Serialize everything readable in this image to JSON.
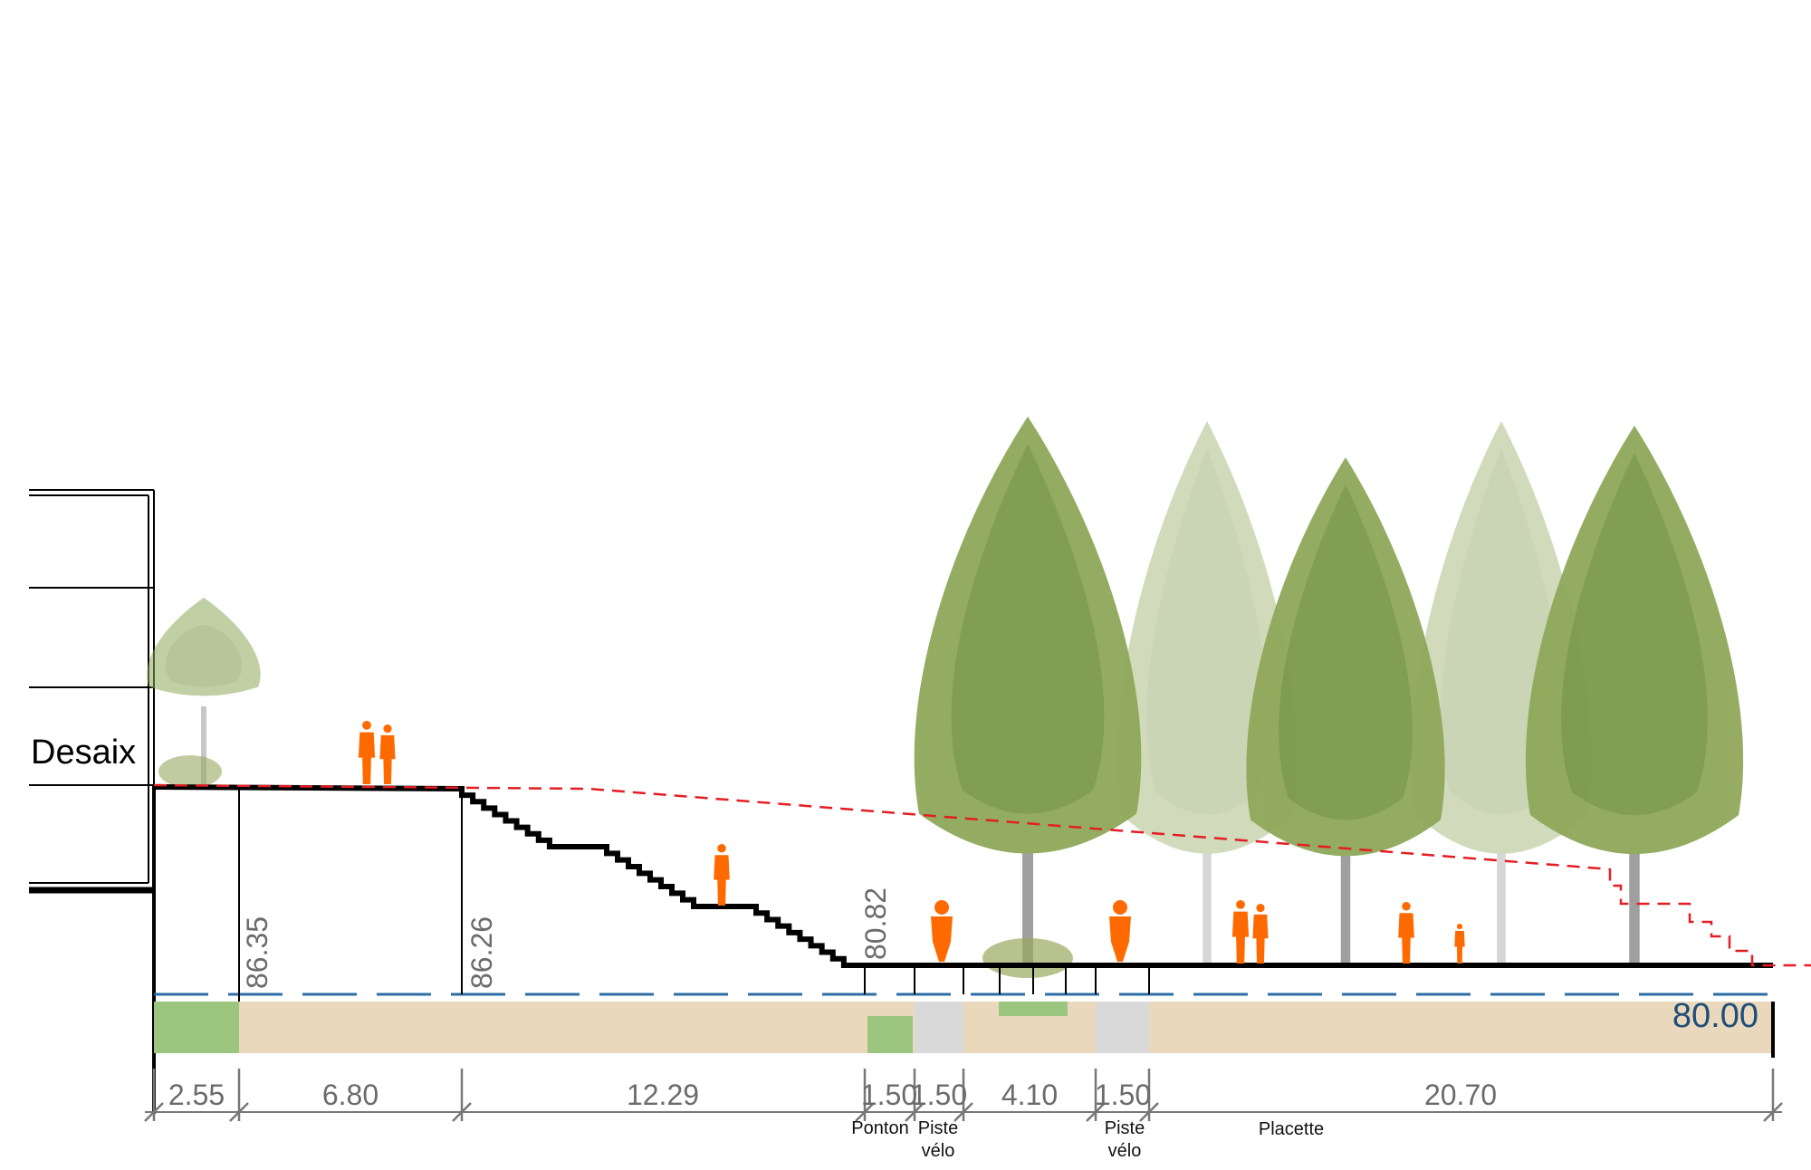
{
  "title_label": "Desaix",
  "reference_level": "80.00",
  "elevations": [
    "86.35",
    "86.26",
    "80.82"
  ],
  "dimensions": [
    "2.55",
    "6.80",
    "12.29",
    "1.50",
    "1.50",
    "4.10",
    "1.50",
    "20.70"
  ],
  "zone_labels": {
    "ponton": "Ponton",
    "piste_velo_1": [
      "Piste",
      "vélo"
    ],
    "piste_velo_2": [
      "Piste",
      "vélo"
    ],
    "placette": "Placette"
  },
  "colors": {
    "people": "#ff6a00",
    "ground_band": "#ead8bd",
    "green": "#9cc67f",
    "bike_lane": "#d9d9d9",
    "water_line": "#2e6da4",
    "flood_line": "#e31e24",
    "level_text": "#1f4e79"
  }
}
